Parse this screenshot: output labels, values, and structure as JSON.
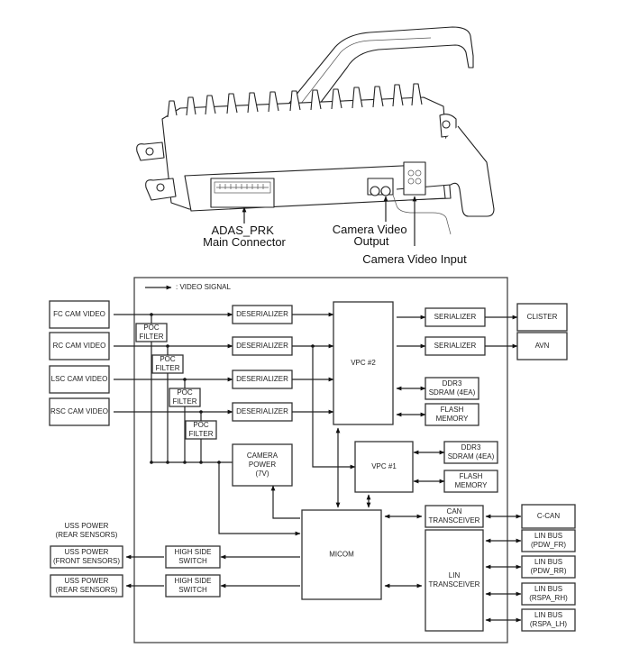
{
  "illustration": {
    "callouts": {
      "main_connector": [
        "ADAS_PRK",
        "Main Connector"
      ],
      "video_output": [
        "Camera Video",
        "Output"
      ],
      "video_input": [
        "Camera Video Input"
      ]
    }
  },
  "diagram": {
    "legend": ": VIDEO SIGNAL",
    "external_inputs": [
      [
        "FC CAM VIDEO"
      ],
      [
        "RC CAM VIDEO"
      ],
      [
        "LSC CAM VIDEO"
      ],
      [
        "RSC CAM VIDEO"
      ]
    ],
    "poc_filter": [
      "POC",
      "FILTER"
    ],
    "deserializer": [
      "DESERIALIZER"
    ],
    "vpc2": [
      "VPC #2"
    ],
    "vpc1": [
      "VPC #1"
    ],
    "serializer": [
      "SERIALIZER"
    ],
    "outputs": [
      [
        "CLISTER"
      ],
      [
        "AVN"
      ]
    ],
    "ddr3": [
      "DDR3",
      "SDRAM (4EA)"
    ],
    "flash": [
      "FLASH",
      "MEMORY"
    ],
    "camera_power": [
      "CAMERA",
      "POWER",
      "(7V)"
    ],
    "micom": [
      "MICOM"
    ],
    "can_transceiver": [
      "CAN",
      "TRANSCEIVER"
    ],
    "lin_transceiver": [
      "LIN",
      "TRANSCEIVER"
    ],
    "c_can": [
      "C-CAN"
    ],
    "lin_buses": [
      [
        "LIN BUS",
        "(PDW_FR)"
      ],
      [
        "LIN BUS",
        "(PDW_RR)"
      ],
      [
        "LIN BUS",
        "(RSPA_RH)"
      ],
      [
        "LIN BUS",
        "(RSPA_LH)"
      ]
    ],
    "high_side_switch": [
      "HIGH SIDE",
      "SWITCH"
    ],
    "uss_label": [
      "USS POWER",
      "(REAR SENSORS)"
    ],
    "uss_outputs": [
      [
        "USS POWER",
        "(FRONT SENSORS)"
      ],
      [
        "USS POWER",
        "(REAR SENSORS)"
      ]
    ]
  }
}
